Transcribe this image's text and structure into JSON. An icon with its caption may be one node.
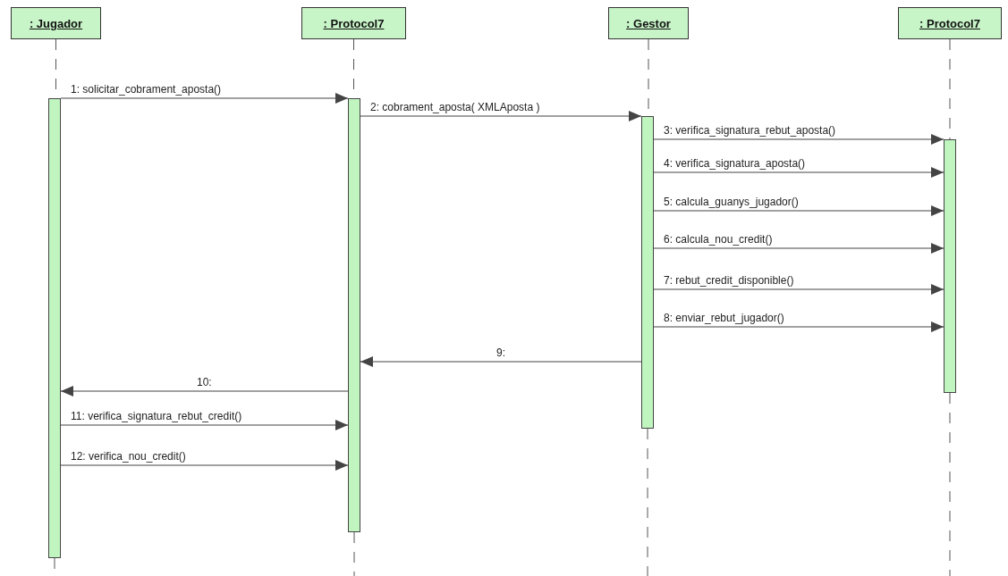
{
  "diagram": {
    "nodes": [
      {
        "text": [
          ": Jugador"
        ]
      },
      {
        "text": [
          ": Protocol7"
        ]
      },
      {
        "text": [
          ": Gestor"
        ]
      },
      {
        "text": [
          ": Protocol7"
        ]
      },
      {
        "text": [],
        "shape": "bar"
      },
      {
        "text": [],
        "shape": "bar"
      },
      {
        "text": [],
        "shape": "bar"
      },
      {
        "text": [],
        "shape": "bar"
      }
    ],
    "edges": [
      {
        "from": 4,
        "to": 5,
        "arrow": "to",
        "label": "1: solicitar_cobrament_aposta()"
      },
      {
        "from": 5,
        "to": 6,
        "arrow": "to",
        "label": "2: cobrament_aposta( XMLAposta )"
      },
      {
        "from": 6,
        "to": 7,
        "arrow": "to",
        "label": "3: verifica_signatura_rebut_aposta()"
      },
      {
        "from": 6,
        "to": 7,
        "arrow": "to",
        "label": "4: verifica_signatura_aposta()"
      },
      {
        "from": 6,
        "to": 7,
        "arrow": "to",
        "label": "5: calcula_guanys_jugador()"
      },
      {
        "from": 6,
        "to": 7,
        "arrow": "to",
        "label": "6: calcula_nou_credit()"
      },
      {
        "from": 6,
        "to": 7,
        "arrow": "to",
        "label": "7: rebut_credit_disponible()"
      },
      {
        "from": 6,
        "to": 7,
        "arrow": "to",
        "label": "8: enviar_rebut_jugador()"
      },
      {
        "from": 6,
        "to": 5,
        "arrow": "to",
        "label": "9:"
      },
      {
        "from": 5,
        "to": 4,
        "arrow": "to",
        "label": "10:"
      },
      {
        "from": 4,
        "to": 5,
        "arrow": "to",
        "label": "11: verifica_signatura_rebut_credit()"
      },
      {
        "from": 4,
        "to": 5,
        "arrow": "to",
        "label": "12: verifica_nou_credit()"
      },
      {
        "from": 0,
        "to": 4,
        "arrow": "none",
        "style": "dashed"
      },
      {
        "from": 1,
        "to": 5,
        "arrow": "none",
        "style": "dashed"
      },
      {
        "from": 2,
        "to": 6,
        "arrow": "none",
        "style": "dashed"
      },
      {
        "from": 3,
        "to": 7,
        "arrow": "none",
        "style": "dashed"
      },
      {
        "from": 4,
        "to": null,
        "arrow": "none",
        "style": "dashed"
      },
      {
        "from": 5,
        "to": null,
        "arrow": "none",
        "style": "dashed"
      },
      {
        "from": 6,
        "to": null,
        "arrow": "none",
        "style": "dashed"
      },
      {
        "from": 7,
        "to": null,
        "arrow": "none",
        "style": "dashed"
      }
    ]
  }
}
